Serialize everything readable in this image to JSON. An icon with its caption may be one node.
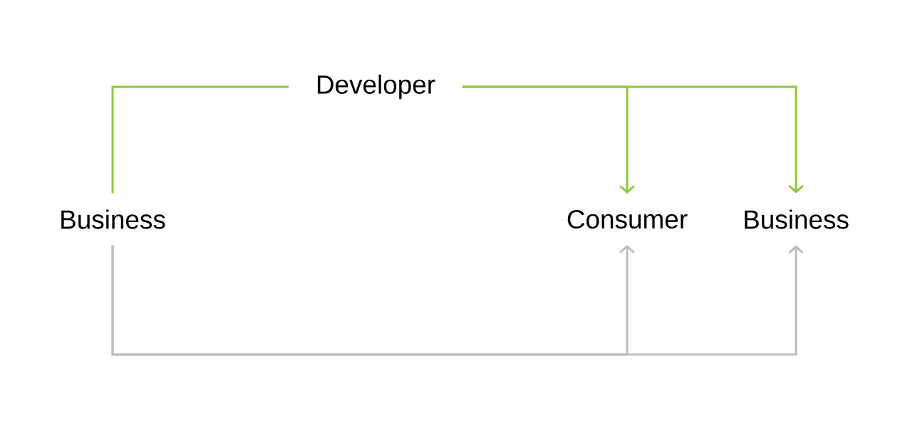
{
  "diagram": {
    "nodes": [
      {
        "text": [
          "Developer"
        ]
      },
      {
        "text": [
          "Business"
        ]
      },
      {
        "text": [
          "Consumer"
        ]
      },
      {
        "text": [
          "Business"
        ]
      }
    ],
    "edges": [
      {
        "from": 1,
        "to": 0,
        "arrow": "none",
        "color": "#8dc63f"
      },
      {
        "from": 0,
        "to": 2,
        "arrow": "to",
        "color": "#8dc63f"
      },
      {
        "from": 0,
        "to": 3,
        "arrow": "to",
        "color": "#8dc63f"
      },
      {
        "from": 1,
        "to": 2,
        "arrow": "to",
        "color": "#bdbdbd"
      },
      {
        "from": 1,
        "to": 3,
        "arrow": "to",
        "color": "#bdbdbd"
      }
    ]
  }
}
